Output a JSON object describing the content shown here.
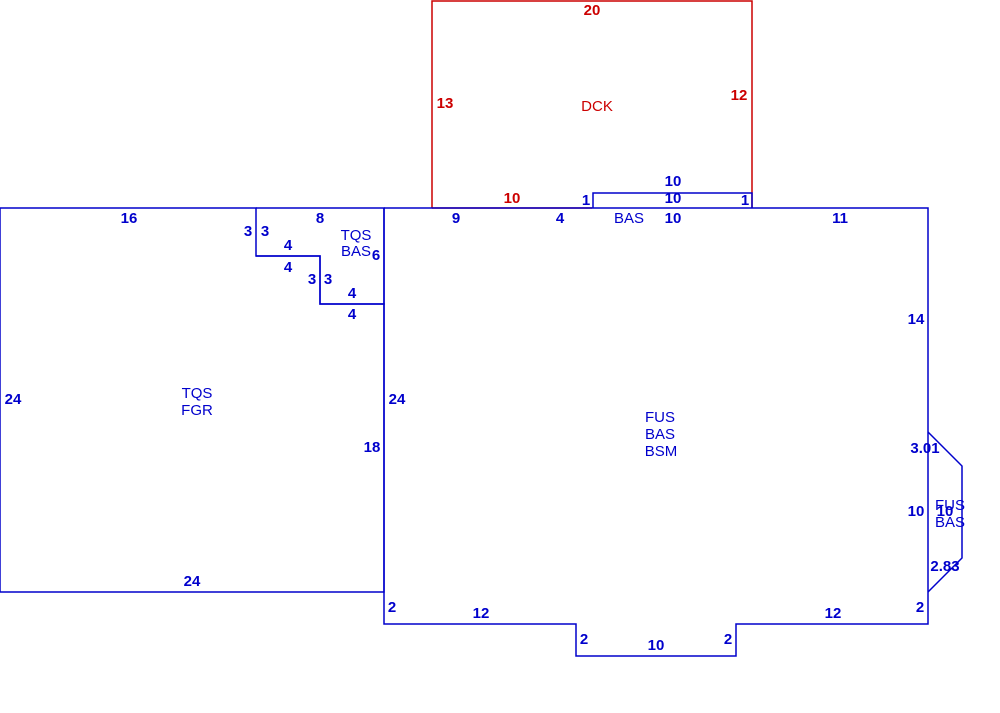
{
  "colors": {
    "blue": "#0000cc",
    "red": "#cc0000"
  },
  "deck": {
    "code": "DCK",
    "dimensions": {
      "top": "20",
      "left": "13",
      "right": "12",
      "bottom": "10"
    }
  },
  "bump_out": {
    "code": "BAS",
    "dimensions": {
      "top": "10",
      "inner_top": "10",
      "bottom": "10",
      "left": "1",
      "right": "1"
    }
  },
  "garage": {
    "codes": [
      "TQS",
      "FGR"
    ],
    "dimensions": {
      "top": "16",
      "left": "24",
      "bottom": "24",
      "right": "18"
    }
  },
  "stair_area": {
    "codes": [
      "TQS",
      "BAS"
    ],
    "dimensions": {
      "left_vert": "3",
      "step_vert": "3",
      "step1": "4",
      "step1_lower": "4",
      "step2_a": "3",
      "step2_b": "3",
      "step3": "4",
      "step3_lower": "4",
      "top": "8",
      "right": "6"
    }
  },
  "main": {
    "codes": [
      "FUS",
      "BAS",
      "BSM"
    ],
    "dimensions": {
      "top_left": "9",
      "top_mid": "4",
      "top_right": "11",
      "left": "24",
      "right": "14",
      "bottom_left_vert": "2",
      "bottom_left": "12",
      "notch_left": "2",
      "notch_bottom": "10",
      "notch_right": "2",
      "bottom_right": "12",
      "bottom_right_vert": "2"
    }
  },
  "bay": {
    "codes": [
      "FUS",
      "BAS"
    ],
    "dimensions": {
      "upper": "3.01",
      "width": "10",
      "front": "10",
      "lower": "2.83"
    }
  }
}
